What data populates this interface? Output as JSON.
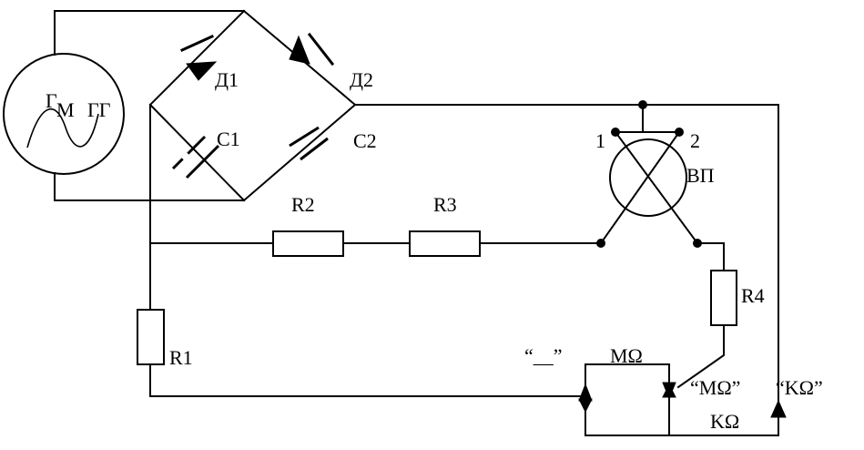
{
  "generator": {
    "label_main": "Г",
    "label_sub": "M",
    "label_side": "ГГ"
  },
  "diodes": {
    "d1": "Д1",
    "d2": "Д2"
  },
  "capacitors": {
    "c1": "C1",
    "c2": "C2"
  },
  "resistors": {
    "r1": "R1",
    "r2": "R2",
    "r3": "R3",
    "r4": "R4"
  },
  "indicator": {
    "label": "ВП",
    "terminal_1": "1",
    "terminal_2": "2"
  },
  "switch": {
    "minus_label": "“__”",
    "mohm_label": "MΩ",
    "mohm_terminal": "“MΩ”",
    "kohm_terminal": "“KΩ”",
    "kohm_label": "KΩ"
  }
}
